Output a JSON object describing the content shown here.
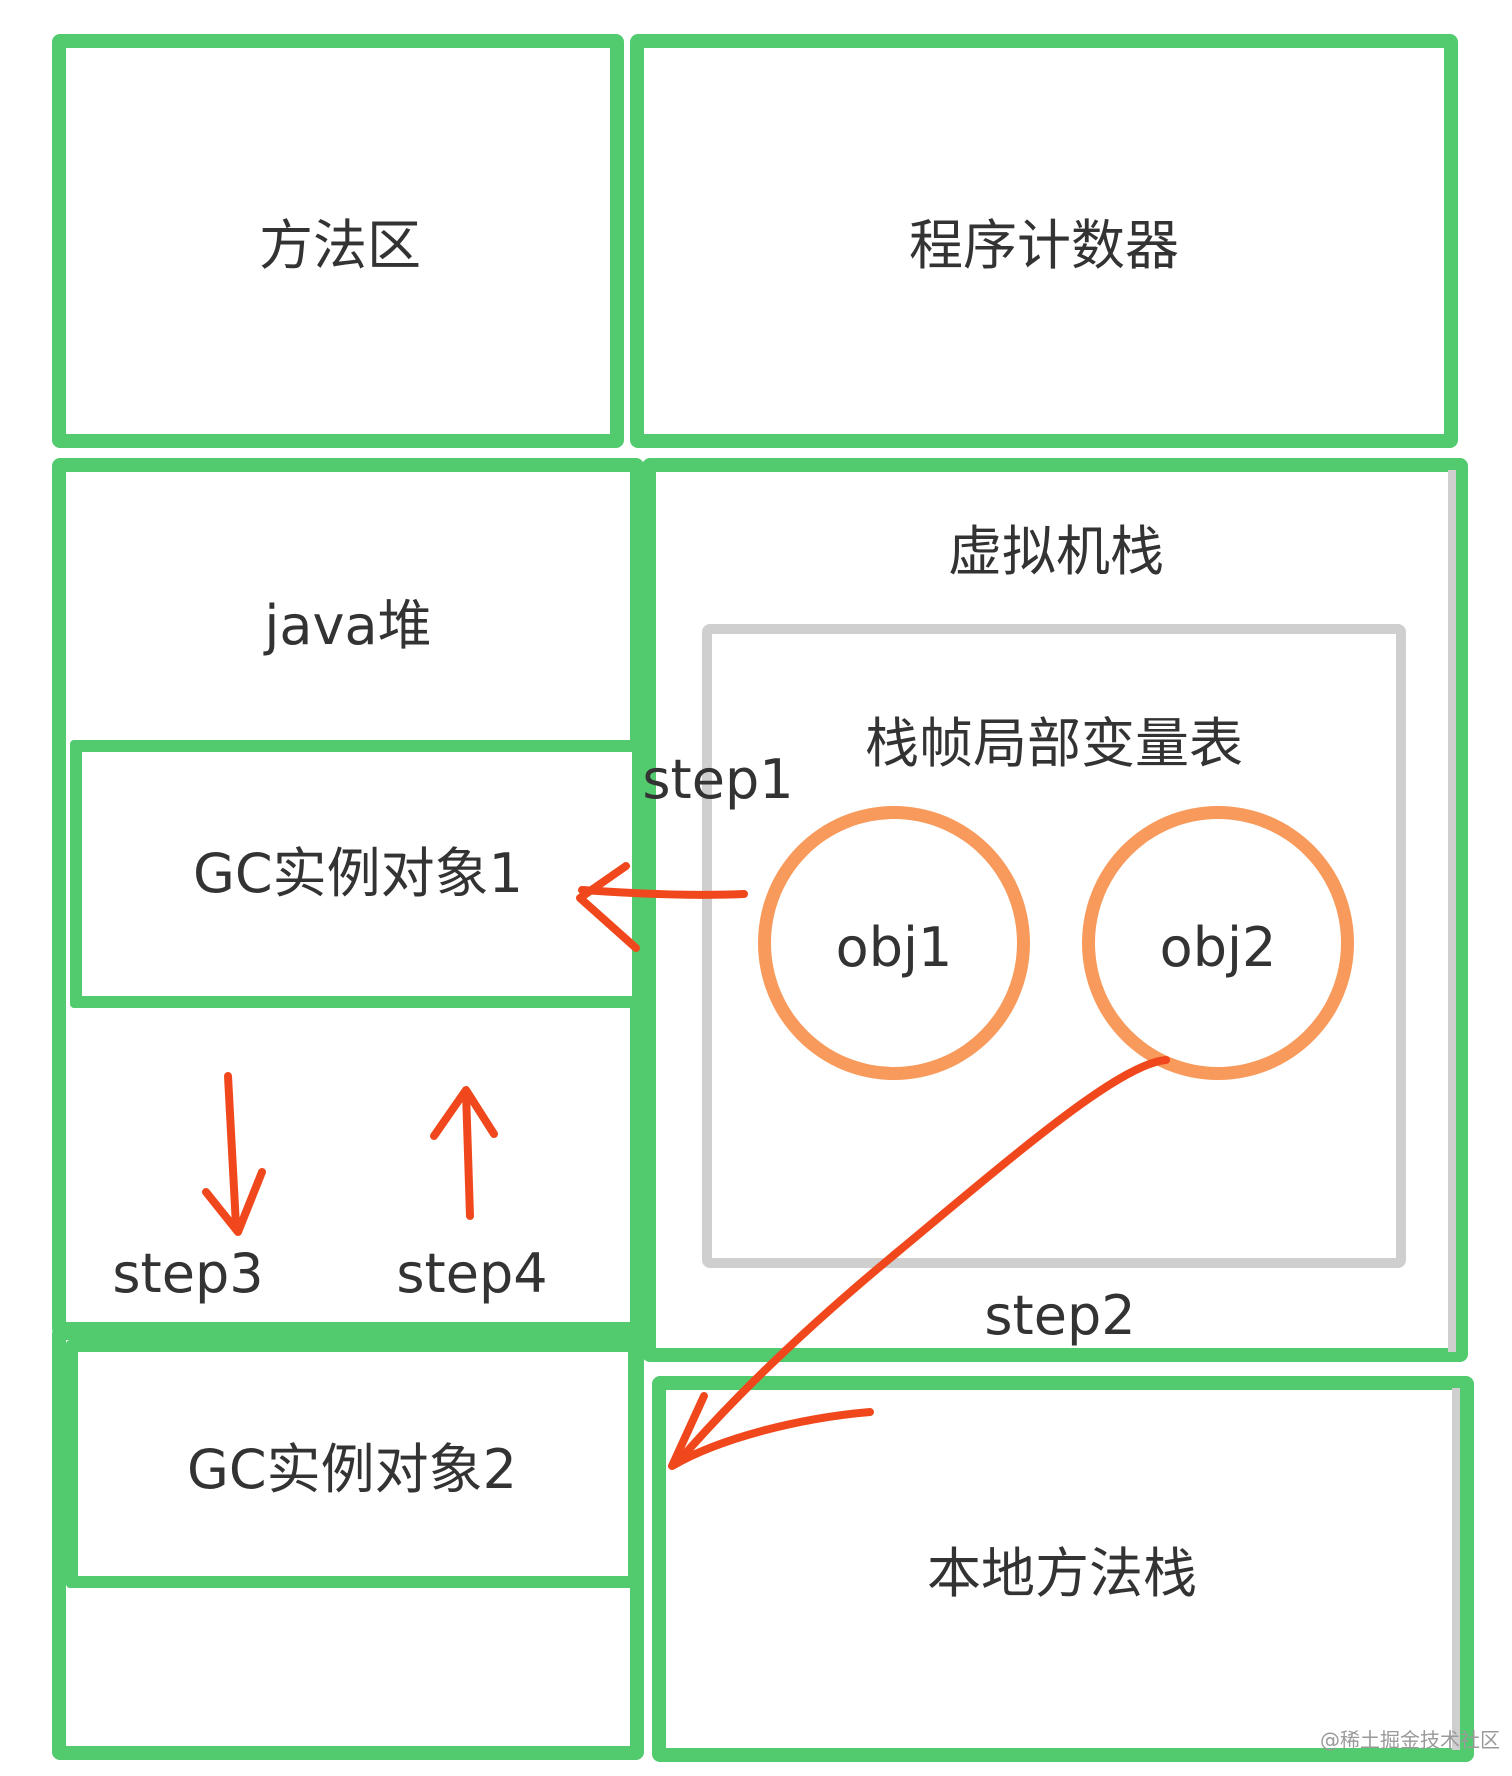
{
  "regions": {
    "method_area": "方法区",
    "program_counter": "程序计数器",
    "java_heap": "java堆",
    "vm_stack": "虚拟机栈",
    "native_method_stack": "本地方法栈"
  },
  "heap": {
    "gc_object_1": "GC实例对象1",
    "gc_object_2": "GC实例对象2"
  },
  "stack_frame": {
    "title": "栈帧局部变量表",
    "obj1": "obj1",
    "obj2": "obj2"
  },
  "steps": {
    "step1": "step1",
    "step2": "step2",
    "step3": "step3",
    "step4": "step4"
  },
  "watermark": "@稀土掘金技术社区",
  "colors": {
    "region_border": "#52cb6f",
    "frame_border": "#cfcfcf",
    "object_circle": "#f79a5c",
    "arrow": "#f0481c",
    "text": "#333333"
  }
}
